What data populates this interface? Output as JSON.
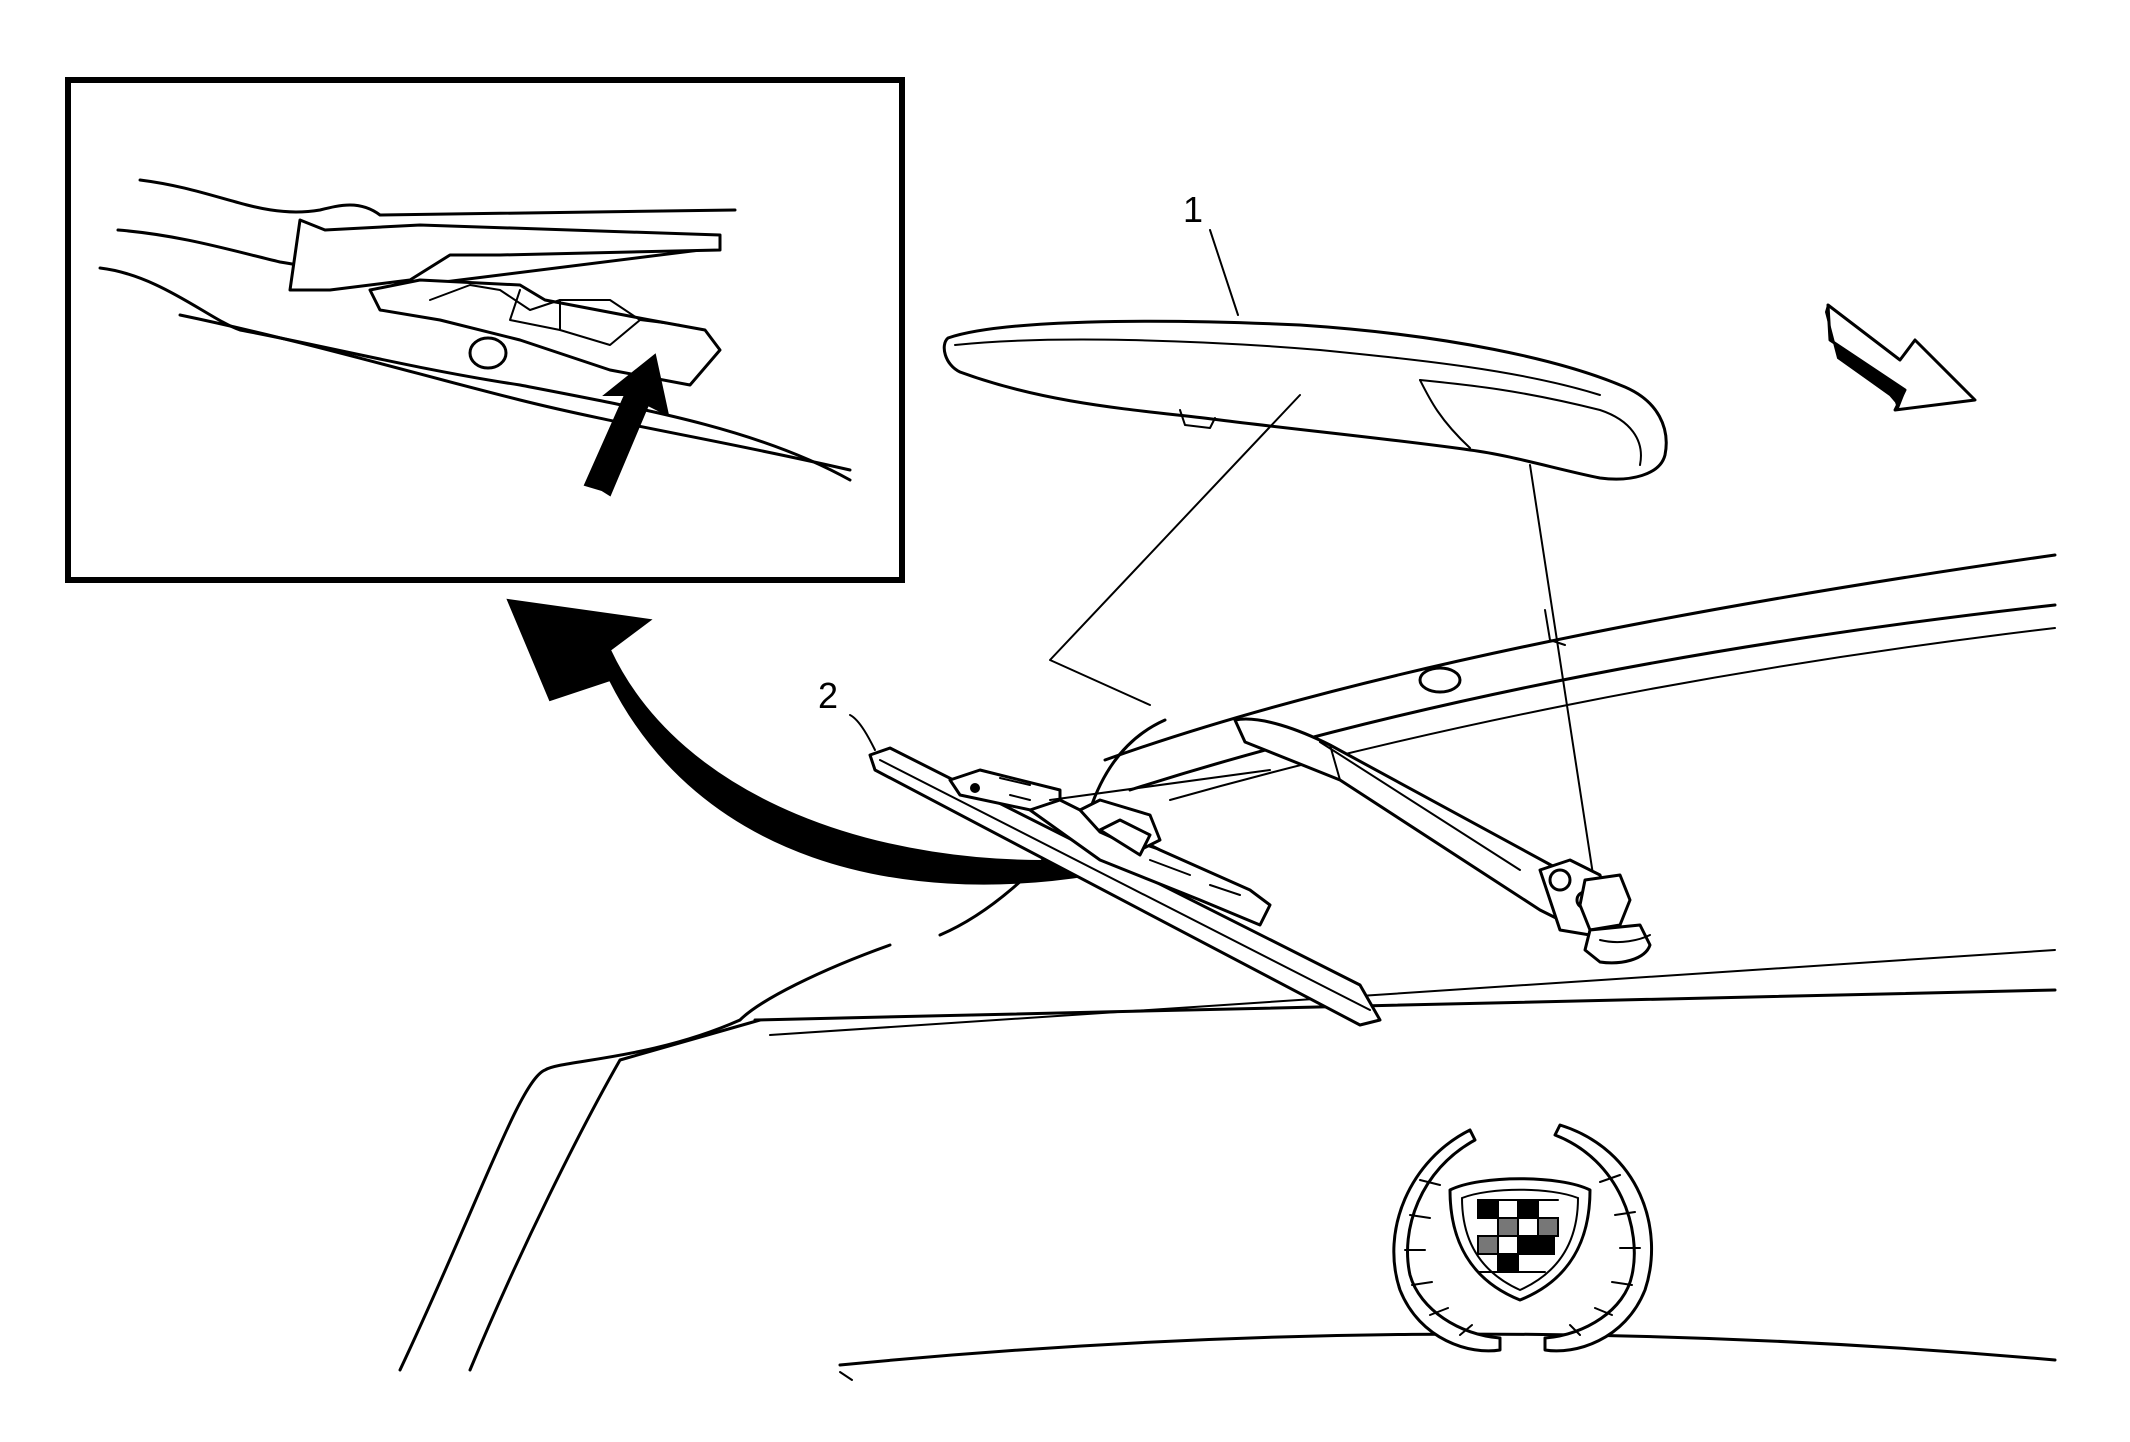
{
  "callouts": [
    {
      "id": "1",
      "label": "1"
    },
    {
      "id": "2",
      "label": "2"
    }
  ],
  "figure": {
    "inset": "present",
    "direction_arrow": "present",
    "curved_arrow": "present",
    "emblem": "crest-and-wreath"
  },
  "colors": {
    "line": "#000000",
    "background": "#ffffff",
    "shade": "#777777"
  },
  "icons": [
    "direction-arrow-icon",
    "curved-arrow-icon",
    "push-arrow-icon",
    "emblem-icon"
  ]
}
